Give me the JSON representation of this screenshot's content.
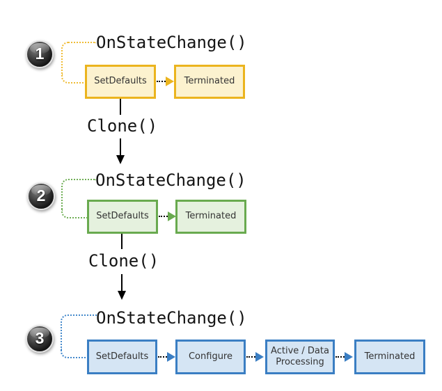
{
  "diagram": {
    "description": "Three-step state machine evolution diagram with Clone() transitions",
    "sections": [
      {
        "badge": "1",
        "theme": "yellow",
        "on_state_change_label": "OnStateChange()",
        "boxes": [
          "SetDefaults",
          "Terminated"
        ],
        "clone_label": "Clone()"
      },
      {
        "badge": "2",
        "theme": "green",
        "on_state_change_label": "OnStateChange()",
        "boxes": [
          "SetDefaults",
          "Terminated"
        ],
        "clone_label": "Clone()"
      },
      {
        "badge": "3",
        "theme": "blue",
        "on_state_change_label": "OnStateChange()",
        "boxes": [
          "SetDefaults",
          "Configure",
          "Active / Data Processing",
          "Terminated"
        ]
      }
    ],
    "colors": {
      "yellow_border": "#EBB41E",
      "yellow_fill": "#FCF2CF",
      "yellow_dots": "#F0BC35",
      "green_border": "#69AA4F",
      "green_fill": "#E5F1DE",
      "green_dots": "#6FAE55",
      "blue_border": "#3A7EC3",
      "blue_fill": "#D5E5F4",
      "blue_dots": "#4489CB",
      "clone_line": "#000000",
      "badge_background": "#1A1A1A",
      "badge_number": "#FFFFFF",
      "code_text": "#141414",
      "box_text": "#333333"
    }
  }
}
